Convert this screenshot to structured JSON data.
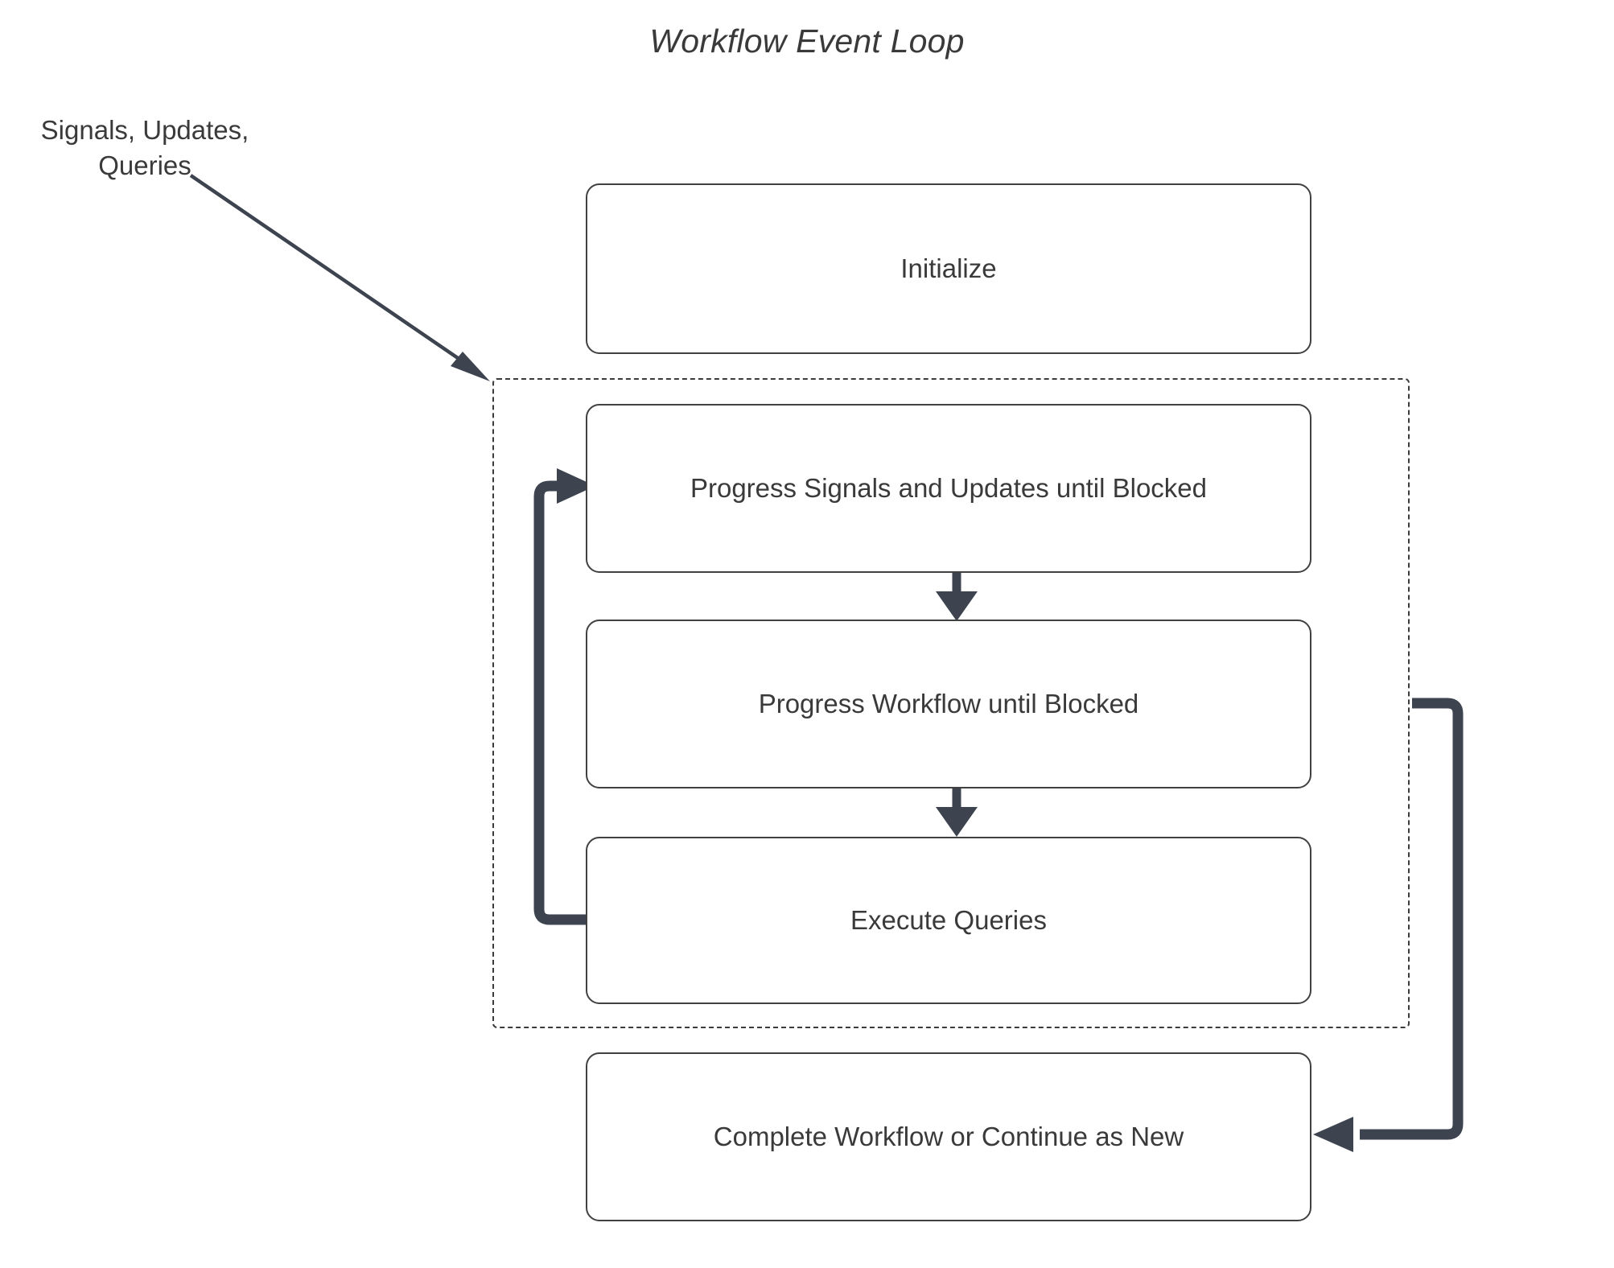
{
  "diagram": {
    "title": "Workflow Event Loop",
    "type": "flowchart",
    "external_input_label": "Signals, Updates,\nQueries",
    "colors": {
      "node_border": "#414141",
      "node_fill": "#ffffff",
      "text": "#3a3a3a",
      "edge": "#3d4450",
      "container_border": "#3b3b3b",
      "background": "#ffffff"
    },
    "nodes": [
      {
        "id": "initialize",
        "label": "Initialize",
        "inside_loop": false
      },
      {
        "id": "progress-su",
        "label": "Progress Signals and Updates until Blocked",
        "inside_loop": true
      },
      {
        "id": "progress-wf",
        "label": "Progress Workflow until Blocked",
        "inside_loop": true
      },
      {
        "id": "exec-queries",
        "label": "Execute Queries",
        "inside_loop": true
      },
      {
        "id": "complete",
        "label": "Complete Workflow or Continue as New",
        "inside_loop": false
      }
    ],
    "loop_container": {
      "style": "dashed",
      "contains": [
        "progress-su",
        "progress-wf",
        "exec-queries"
      ]
    },
    "edges": [
      {
        "from": "external_input_label",
        "to": "loop_container",
        "style": "arrow"
      },
      {
        "from": "progress-su",
        "to": "progress-wf",
        "style": "arrow"
      },
      {
        "from": "progress-wf",
        "to": "exec-queries",
        "style": "arrow"
      },
      {
        "from": "exec-queries",
        "to": "progress-su",
        "style": "arrow-loopback-left"
      },
      {
        "from": "loop_container",
        "to": "complete",
        "style": "arrow-loopback-right"
      }
    ]
  }
}
